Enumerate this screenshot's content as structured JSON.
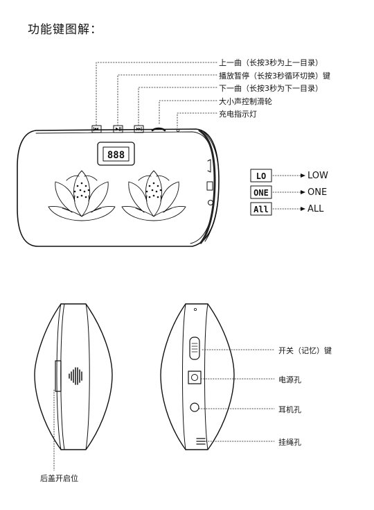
{
  "title": "功能键图解：",
  "top_buttons": [
    "上一曲（长按3秒为上一目录）",
    "播放暂停（长按3秒循环切换）键",
    "下一曲（长按3秒为下一目录）",
    "大小声控制滑轮",
    "充电指示灯"
  ],
  "display_digits": "888",
  "modes": [
    {
      "display": "LO",
      "label": "LOW"
    },
    {
      "display": "ONE",
      "label": "ONE"
    },
    {
      "display": "All",
      "label": "ALL"
    }
  ],
  "side_labels": [
    "开关（记忆）键",
    "电源孔",
    "耳机孔",
    "挂绳孔"
  ],
  "back_label": "后盖开启位"
}
